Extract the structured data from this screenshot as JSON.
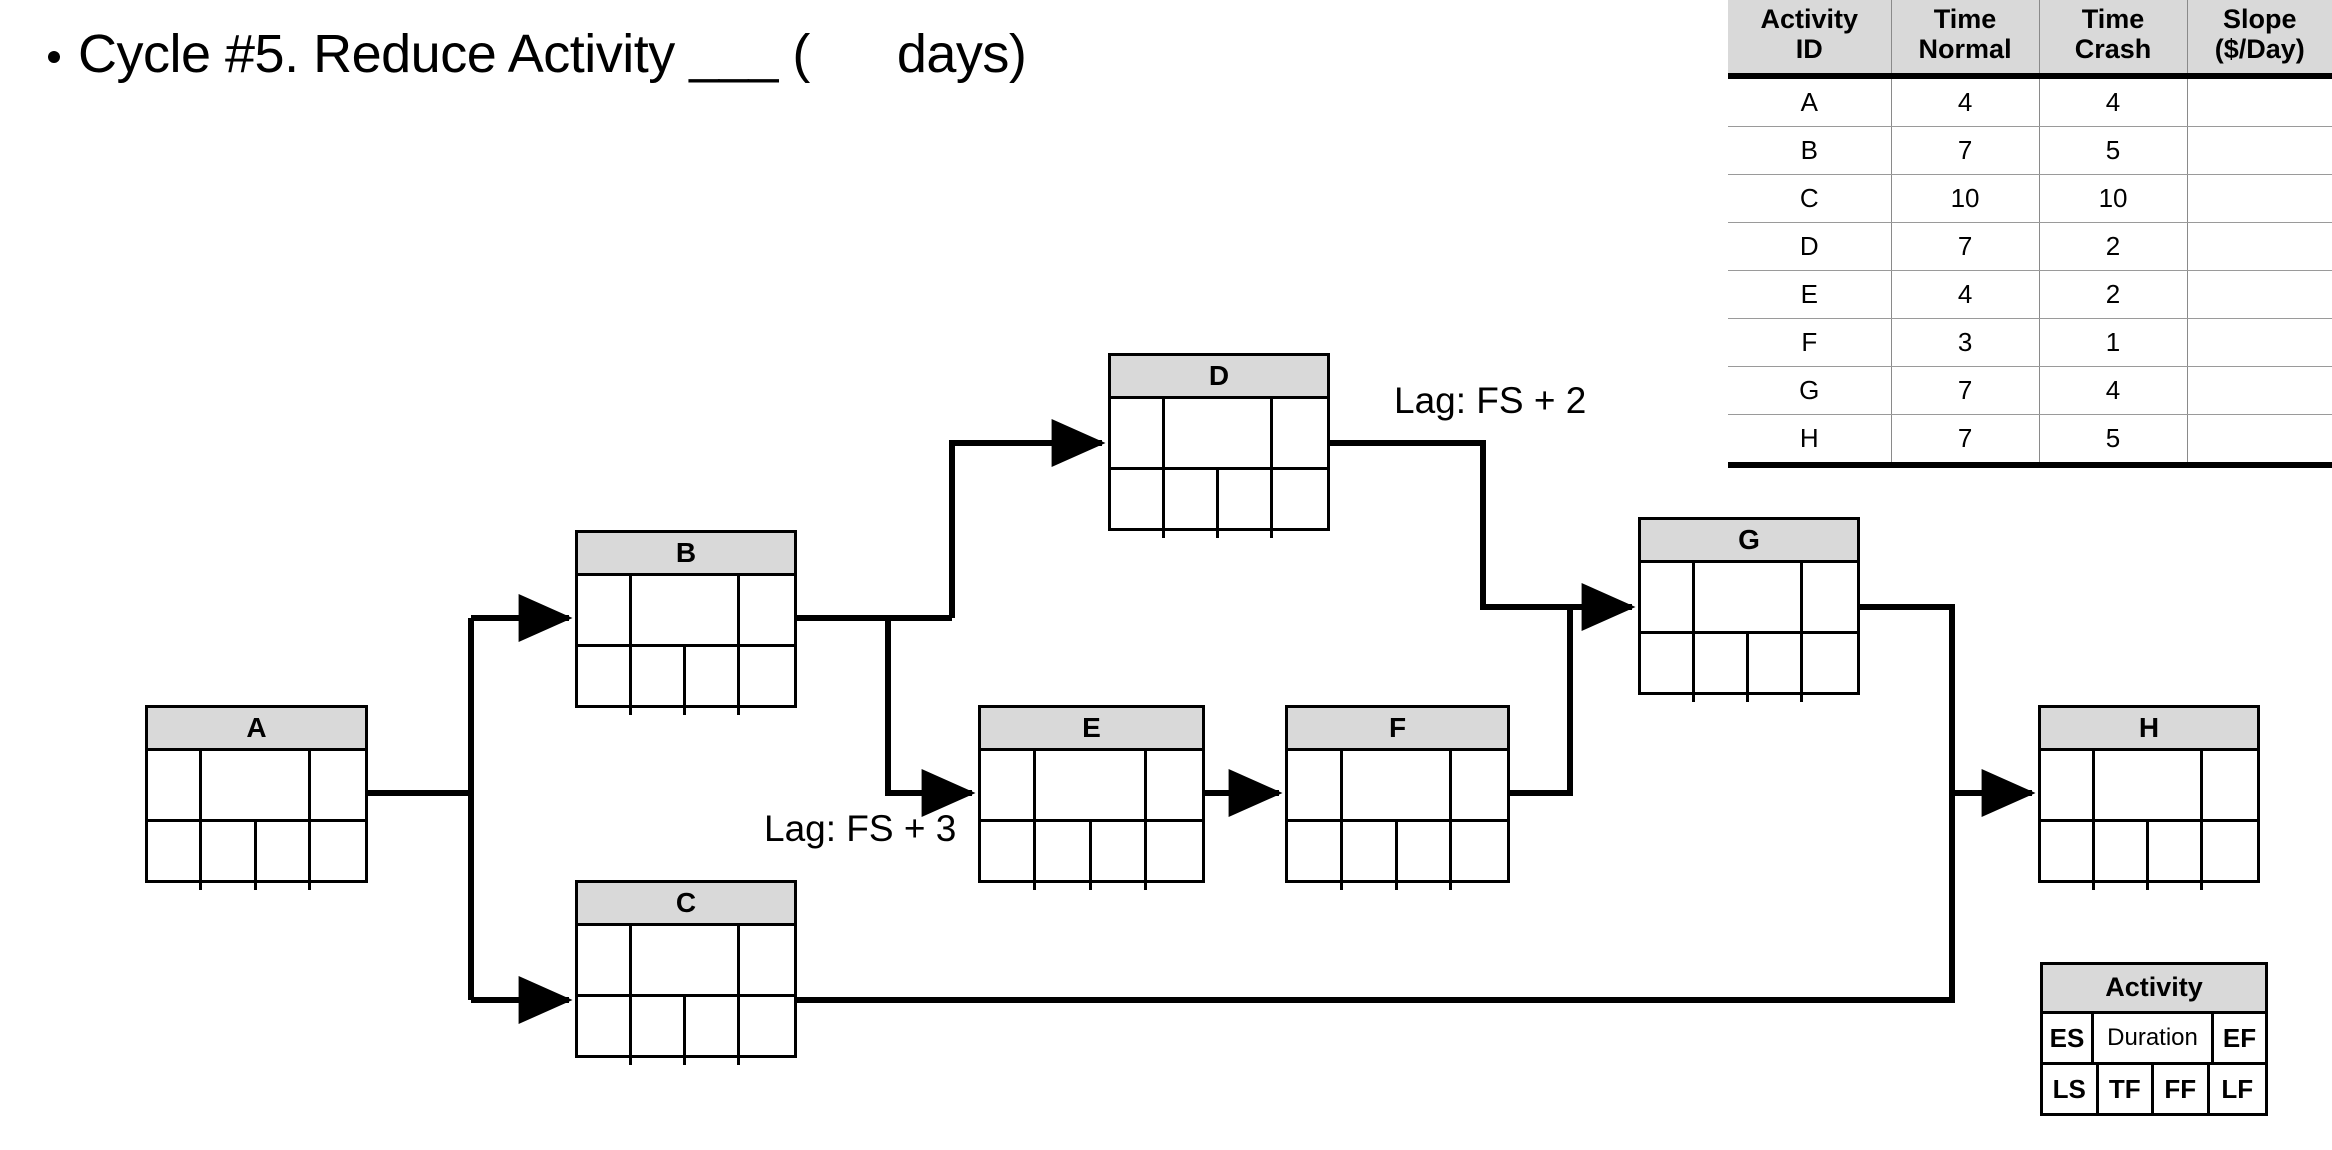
{
  "slide": {
    "bullet": "Cycle #5. Reduce Activity ___ (      days)"
  },
  "crash_table": {
    "headers": [
      "Activity ID",
      "Time Normal",
      "Time Crash",
      "Slope ($/Day)"
    ],
    "header_lines": [
      [
        "Activity",
        "ID"
      ],
      [
        "Time",
        "Normal"
      ],
      [
        "Time",
        "Crash"
      ],
      [
        "Slope",
        "($/Day)"
      ]
    ],
    "rows": [
      {
        "id": "A",
        "time_normal": "4",
        "time_crash": "4",
        "slope": ""
      },
      {
        "id": "B",
        "time_normal": "7",
        "time_crash": "5",
        "slope": ""
      },
      {
        "id": "C",
        "time_normal": "10",
        "time_crash": "10",
        "slope": ""
      },
      {
        "id": "D",
        "time_normal": "7",
        "time_crash": "2",
        "slope": ""
      },
      {
        "id": "E",
        "time_normal": "4",
        "time_crash": "2",
        "slope": ""
      },
      {
        "id": "F",
        "time_normal": "3",
        "time_crash": "1",
        "slope": ""
      },
      {
        "id": "G",
        "time_normal": "7",
        "time_crash": "4",
        "slope": ""
      },
      {
        "id": "H",
        "time_normal": "7",
        "time_crash": "5",
        "slope": ""
      }
    ]
  },
  "network": {
    "nodes": [
      {
        "id": "A",
        "label": "A",
        "es": "",
        "duration": "",
        "ef": "",
        "ls": "",
        "tf": "",
        "ff": "",
        "lf": ""
      },
      {
        "id": "B",
        "label": "B",
        "es": "",
        "duration": "",
        "ef": "",
        "ls": "",
        "tf": "",
        "ff": "",
        "lf": ""
      },
      {
        "id": "C",
        "label": "C",
        "es": "",
        "duration": "",
        "ef": "",
        "ls": "",
        "tf": "",
        "ff": "",
        "lf": ""
      },
      {
        "id": "D",
        "label": "D",
        "es": "",
        "duration": "",
        "ef": "",
        "ls": "",
        "tf": "",
        "ff": "",
        "lf": ""
      },
      {
        "id": "E",
        "label": "E",
        "es": "",
        "duration": "",
        "ef": "",
        "ls": "",
        "tf": "",
        "ff": "",
        "lf": ""
      },
      {
        "id": "F",
        "label": "F",
        "es": "",
        "duration": "",
        "ef": "",
        "ls": "",
        "tf": "",
        "ff": "",
        "lf": ""
      },
      {
        "id": "G",
        "label": "G",
        "es": "",
        "duration": "",
        "ef": "",
        "ls": "",
        "tf": "",
        "ff": "",
        "lf": ""
      },
      {
        "id": "H",
        "label": "H",
        "es": "",
        "duration": "",
        "ef": "",
        "ls": "",
        "tf": "",
        "ff": "",
        "lf": ""
      }
    ],
    "lag_labels": [
      {
        "id": "lag-d-g",
        "text": "Lag: FS + 2"
      },
      {
        "id": "lag-b-e",
        "text": "Lag: FS + 3"
      }
    ]
  },
  "legend": {
    "title": "Activity",
    "top_row": [
      "ES",
      "Duration",
      "EF"
    ],
    "bottom_row": [
      "LS",
      "TF",
      "FF",
      "LF"
    ]
  },
  "colors": {
    "node_header_fill": "#d9d9d9",
    "line": "#000000",
    "table_header_fill": "#d9d9d9",
    "table_rule": "#9a9a9a"
  }
}
